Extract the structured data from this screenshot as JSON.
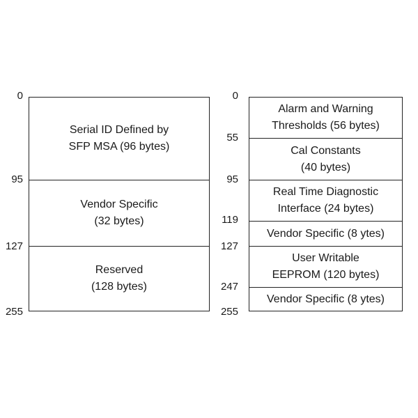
{
  "left_map": {
    "addresses": [
      "0",
      "95",
      "127",
      "255"
    ],
    "blocks": [
      {
        "label": "Serial ID Defined by\nSFP MSA (96 bytes)"
      },
      {
        "label": "Vendor Specific\n(32 bytes)"
      },
      {
        "label": "Reserved\n(128 bytes)"
      }
    ]
  },
  "right_map": {
    "addresses": [
      "0",
      "55",
      "95",
      "119",
      "127",
      "247",
      "255"
    ],
    "blocks": [
      {
        "label": "Alarm and Warning\nThresholds (56 bytes)"
      },
      {
        "label": "Cal Constants\n(40 bytes)"
      },
      {
        "label": "Real Time Diagnostic\nInterface (24 bytes)"
      },
      {
        "label": "Vendor Specific (8 ytes)"
      },
      {
        "label": "User Writable\nEEPROM (120 bytes)"
      },
      {
        "label": "Vendor Specific (8 ytes)"
      }
    ]
  }
}
